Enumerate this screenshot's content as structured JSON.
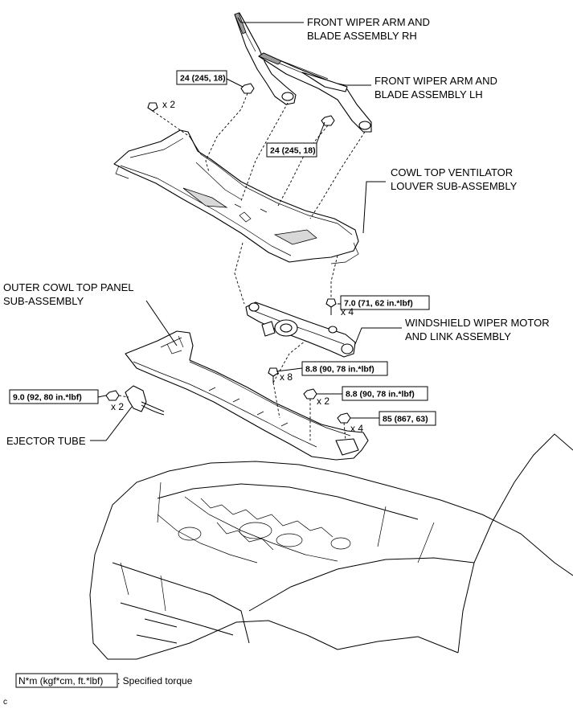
{
  "labels": {
    "wiper_rh_1": "FRONT WIPER ARM AND",
    "wiper_rh_2": "BLADE ASSEMBLY RH",
    "wiper_lh_1": "FRONT WIPER ARM AND",
    "wiper_lh_2": "BLADE ASSEMBLY LH",
    "cowl_louver_1": "COWL TOP VENTILATOR",
    "cowl_louver_2": "LOUVER SUB-ASSEMBLY",
    "outer_panel_1": "OUTER COWL TOP PANEL",
    "outer_panel_2": "SUB-ASSEMBLY",
    "wiper_motor_1": "WINDSHIELD WIPER MOTOR",
    "wiper_motor_2": "AND LINK ASSEMBLY",
    "ejector_tube": "EJECTOR TUBE"
  },
  "torques": {
    "wiper_rh_nut": "24 (245, 18)",
    "wiper_lh_nut": "24 (245, 18)",
    "motor_bolt": "7.0 (71, 62 in.*lbf)",
    "panel_bolt": "8.8 (90, 78 in.*lbf)",
    "panel_nut": "8.8 (90, 78 in.*lbf)",
    "ejector_nut": "9.0 (92, 80 in.*lbf)",
    "panel_nut_large": "85 (867, 63)"
  },
  "quantities": {
    "clip_top": "x 2",
    "motor_bolt": "x 4",
    "panel_bolt": "x 8",
    "panel_nut": "x 2",
    "panel_nut_large": "x 4",
    "ejector": "x 2"
  },
  "legend": {
    "unit": "N*m (kgf*cm, ft.*lbf)",
    "text": ": Specified torque"
  },
  "corner_mark": "c"
}
